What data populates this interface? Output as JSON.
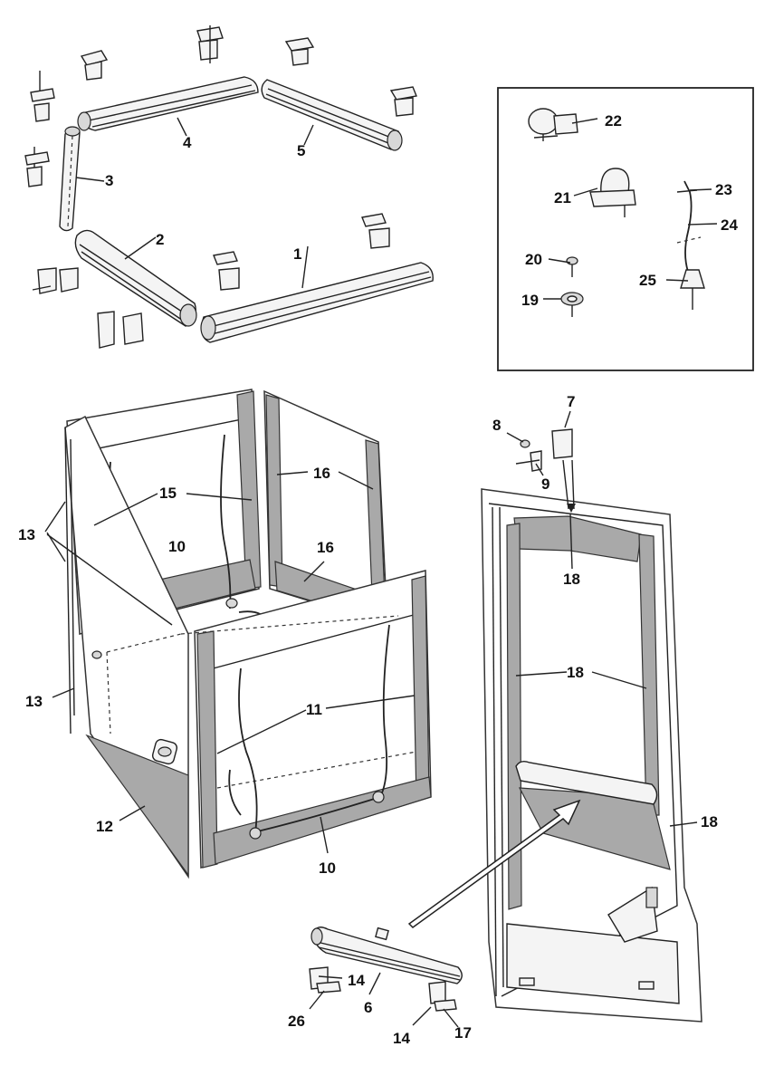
{
  "callouts": {
    "c1": "1",
    "c2": "2",
    "c3": "3",
    "c4": "4",
    "c5": "5",
    "c6": "6",
    "c7": "7",
    "c8": "8",
    "c9": "9",
    "c10a": "10",
    "c10b": "10",
    "c11": "11",
    "c12": "12",
    "c13a": "13",
    "c13b": "13",
    "c14a": "14",
    "c14b": "14",
    "c15": "15",
    "c16a": "16",
    "c16b": "16",
    "c17": "17",
    "c18a": "18",
    "c18b": "18",
    "c18c": "18",
    "c19": "19",
    "c20": "20",
    "c21": "21",
    "c22": "22",
    "c23": "23",
    "c24": "24",
    "c25": "25",
    "c26": "26"
  }
}
